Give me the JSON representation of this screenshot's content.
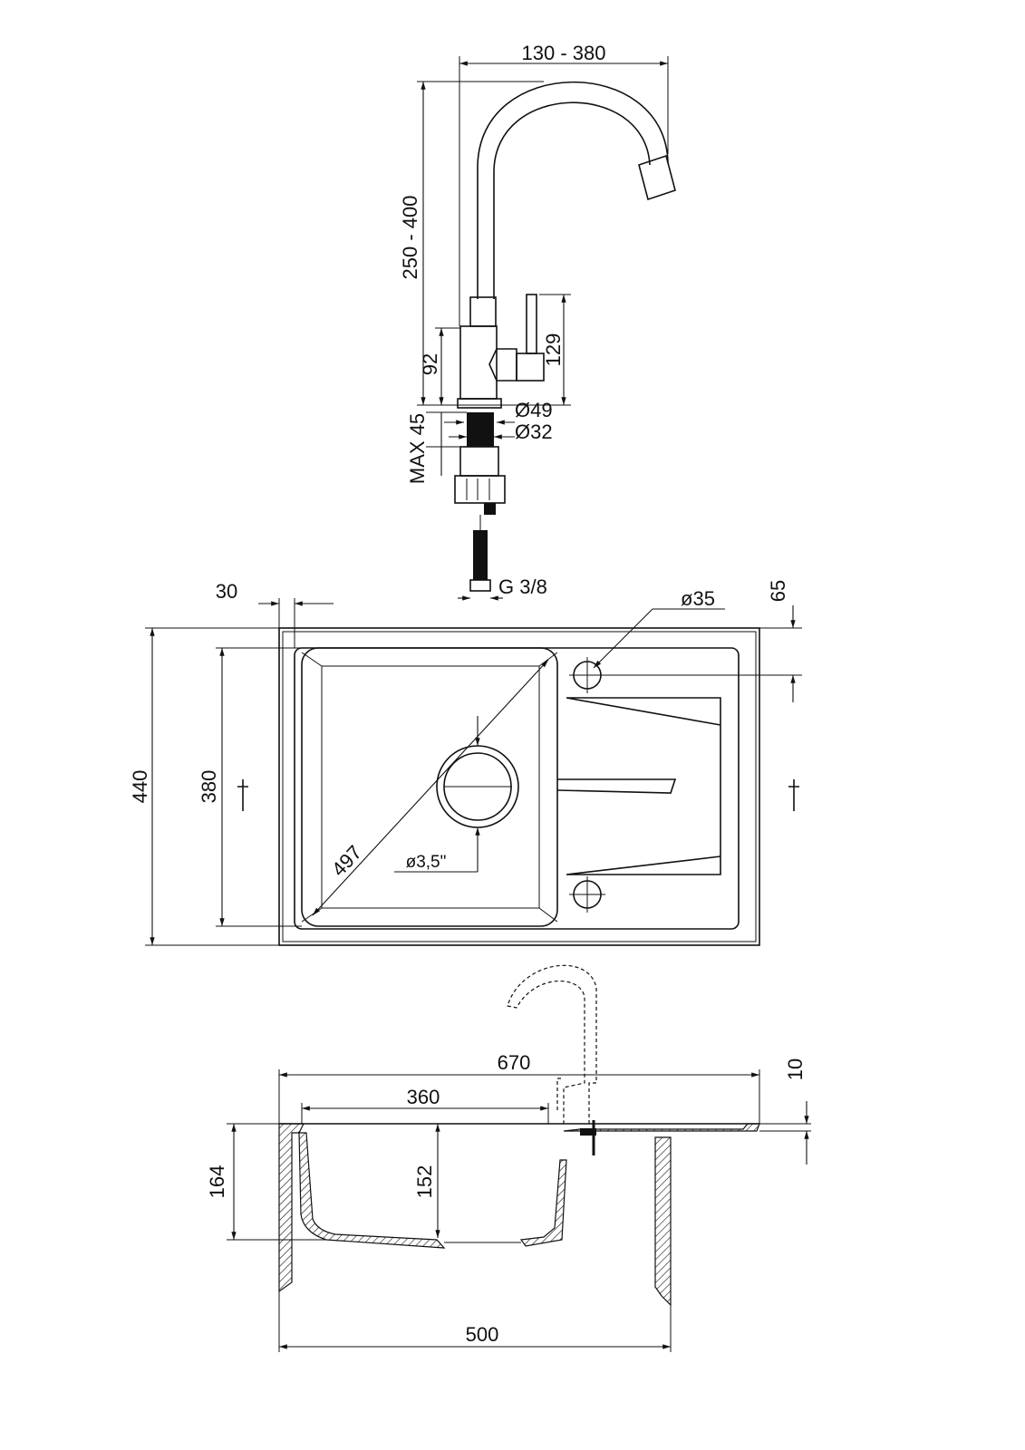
{
  "faucet": {
    "reach": "130 - 380",
    "height": "250 - 400",
    "body_height": "92",
    "lever_height": "129",
    "diameter_base": "Ø49",
    "diameter_thread": "Ø32",
    "max_thickness": "MAX 45",
    "connection": "G 3/8"
  },
  "top_view": {
    "offset": "30",
    "hole_offset": "65",
    "hole_diameter": "ø35",
    "overall_depth": "440",
    "bowl_depth": "380",
    "diagonal": "497",
    "drain": "ø3,5\""
  },
  "section_view": {
    "overall_width": "670",
    "bowl_width": "360",
    "rim_thickness": "10",
    "overall_height": "164",
    "bowl_height": "152",
    "cabinet_width": "500"
  }
}
